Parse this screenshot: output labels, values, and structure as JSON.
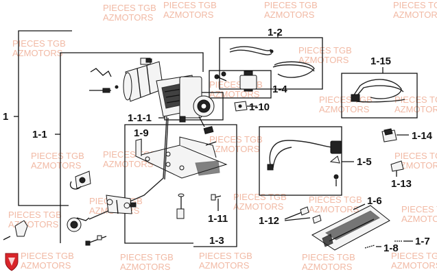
{
  "callouts": {
    "c1": "1",
    "c1_1": "1-1",
    "c1_1_1": "1-1-1",
    "c1_2": "1-2",
    "c1_3": "1-3",
    "c1_4": "1-4",
    "c1_5": "1-5",
    "c1_6": "1-6",
    "c1_7": "1-7",
    "c1_8": "1-8",
    "c1_9": "1-9",
    "c1_10": "1-10",
    "c1_11": "1-11",
    "c1_12": "1-12",
    "c1_13": "1-13",
    "c1_14": "1-14",
    "c1_15": "1-15"
  },
  "watermark": {
    "line1": "PIECES TGB",
    "line2": "AZMOTORS"
  },
  "colors": {
    "watermark": "#f1b9a4",
    "logo": "#d9252a"
  }
}
